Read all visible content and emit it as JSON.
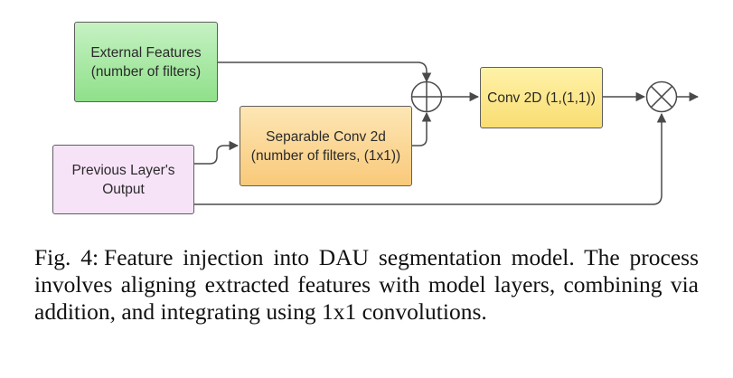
{
  "diagram": {
    "nodes": {
      "external_features": {
        "label": "External Features\n(number of filters)",
        "fill_top": "#c6f2c3",
        "fill_bottom": "#8fe08a"
      },
      "separable_conv": {
        "label": "Separable Conv 2d\n(number of filters, (1x1))",
        "fill_top": "#fde6b4",
        "fill_bottom": "#f9c97a"
      },
      "previous_layer": {
        "label": "Previous Layer's\nOutput",
        "fill": "#f7e3f8"
      },
      "conv2d": {
        "label": "Conv 2D (1,(1,1))",
        "fill_top": "#fff2a8",
        "fill_bottom": "#f9dd72"
      }
    },
    "operators": {
      "add": "addition-circle-plus-icon",
      "multiply": "multiplication-circle-times-icon"
    },
    "edge_color": "#4a4a4a"
  },
  "caption": {
    "label": "Fig. 4:",
    "text": "Feature injection into DAU segmentation model. The process involves aligning extracted features with model layers, combining via addition, and integrating using 1x1 convolu­tions."
  }
}
